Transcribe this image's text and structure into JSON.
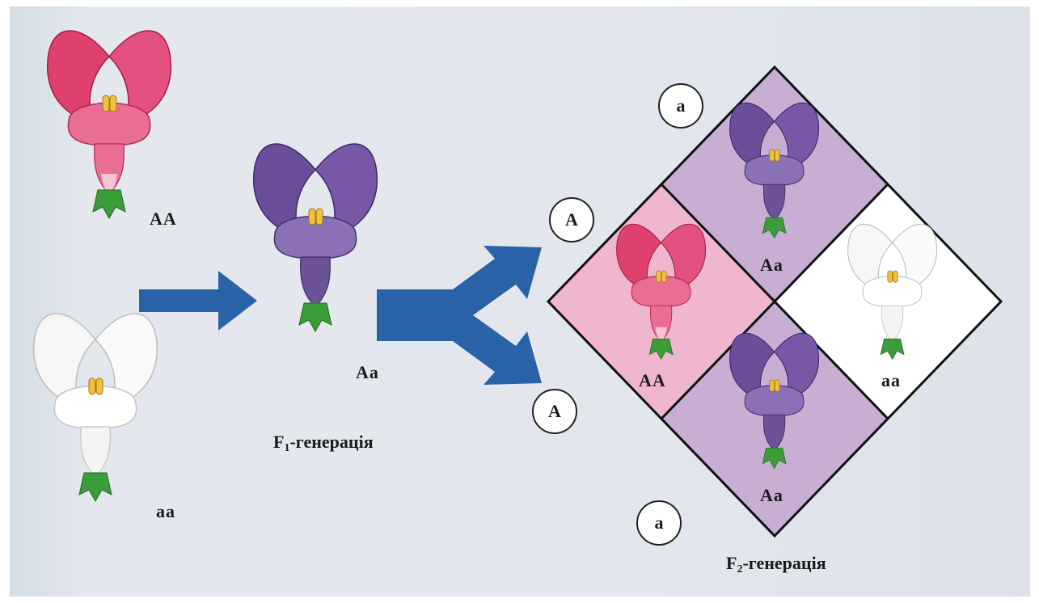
{
  "parents": {
    "top": {
      "genotype": "AA",
      "color_name": "red"
    },
    "bottom": {
      "genotype": "aa",
      "color_name": "white"
    }
  },
  "f1": {
    "genotype": "Aa",
    "label_prefix": "F",
    "label_sub": "1",
    "label_suffix": "-генерація",
    "color_name": "purple"
  },
  "f2": {
    "label_prefix": "F",
    "label_sub": "2",
    "label_suffix": "-генерація",
    "cells": [
      {
        "position": "top",
        "genotype": "Aa",
        "color_name": "purple"
      },
      {
        "position": "left",
        "genotype": "AA",
        "color_name": "red"
      },
      {
        "position": "right",
        "genotype": "aa",
        "color_name": "white"
      },
      {
        "position": "bottom",
        "genotype": "Aa",
        "color_name": "purple"
      }
    ],
    "alleles": {
      "top_left": "a",
      "left_upper": "A",
      "left_lower": "A",
      "bottom_left": "a"
    }
  },
  "colors": {
    "arrow": "#2a62a8",
    "red_petal": "#e0406e",
    "purple_petal": "#6a4e9a",
    "white_petal": "#f4f4f4",
    "sepal": "#3c9c3a",
    "anther": "#f0c040",
    "cell_red_bg": "#f1b6cf",
    "cell_purple_bg": "#c7aed2",
    "cell_white_bg": "#ffffff"
  }
}
